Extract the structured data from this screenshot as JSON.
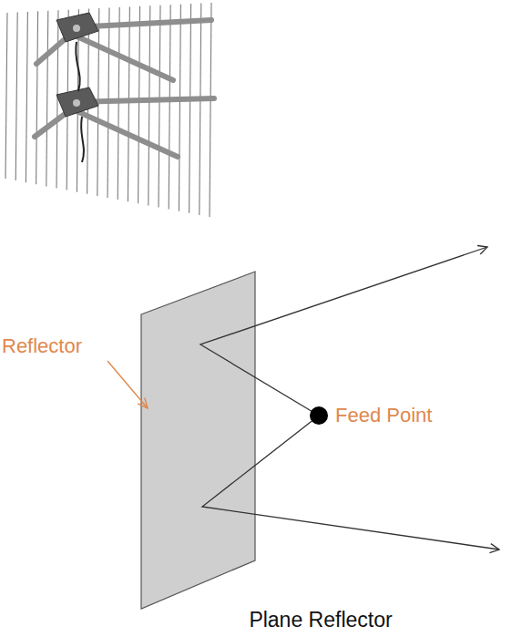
{
  "diagram": {
    "caption": "Plane Reflector",
    "labels": [
      "Reflector",
      "Feed Point"
    ]
  }
}
